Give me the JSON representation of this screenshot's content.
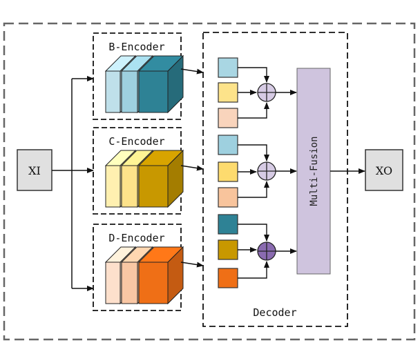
{
  "input_label": "XI",
  "output_label": "XO",
  "encoders": [
    {
      "label": "B-Encoder",
      "colors": [
        "#bfe0ea",
        "#9ed0df",
        "#2e8295"
      ]
    },
    {
      "label": "C-Encoder",
      "colors": [
        "#fff0b0",
        "#fde28a",
        "#c89800"
      ]
    },
    {
      "label": "D-Encoder",
      "colors": [
        "#fde0cc",
        "#f9c7a4",
        "#ef6f16"
      ]
    }
  ],
  "decoder_label": "Decoder",
  "fusion_label": "Multi-Fusion",
  "feature_groups": [
    {
      "colors": [
        "#a9d6e3",
        "#fde38a",
        "#f9d4bc"
      ],
      "add_color": "#d6cbe4"
    },
    {
      "colors": [
        "#9ed0df",
        "#fddb6e",
        "#f8c49c"
      ],
      "add_color": "#d6cbe4"
    },
    {
      "colors": [
        "#2e8295",
        "#c89800",
        "#ef6f16"
      ],
      "add_color": "#8a6bb0"
    }
  ],
  "fusion_color": "#cfc4de"
}
